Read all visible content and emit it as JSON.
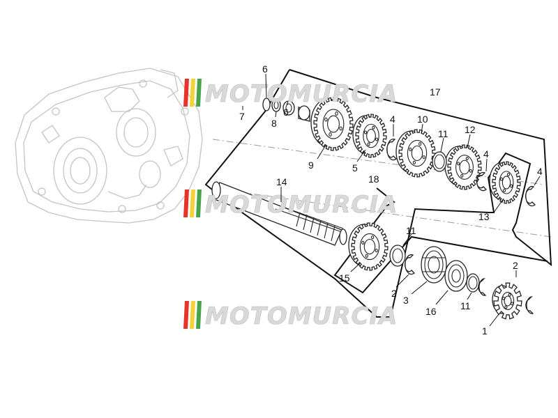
{
  "watermark": {
    "text": "MOTOMURCIA",
    "flag_colors": [
      "#e8322a",
      "#f3d23a",
      "#4aa34a"
    ]
  },
  "callouts": [
    {
      "id": "c1",
      "label": "1"
    },
    {
      "id": "c2a",
      "label": "2"
    },
    {
      "id": "c2b",
      "label": "2"
    },
    {
      "id": "c3",
      "label": "3"
    },
    {
      "id": "c4a",
      "label": "4"
    },
    {
      "id": "c4b",
      "label": "4"
    },
    {
      "id": "c4c",
      "label": "4"
    },
    {
      "id": "c5",
      "label": "5"
    },
    {
      "id": "c6a",
      "label": "6"
    },
    {
      "id": "c6b",
      "label": "6"
    },
    {
      "id": "c7",
      "label": "7"
    },
    {
      "id": "c8",
      "label": "8"
    },
    {
      "id": "c9",
      "label": "9"
    },
    {
      "id": "c10",
      "label": "10"
    },
    {
      "id": "c11a",
      "label": "11"
    },
    {
      "id": "c11b",
      "label": "11"
    },
    {
      "id": "c11c",
      "label": "11"
    },
    {
      "id": "c12",
      "label": "12"
    },
    {
      "id": "c13",
      "label": "13"
    },
    {
      "id": "c14",
      "label": "14"
    },
    {
      "id": "c15",
      "label": "15"
    },
    {
      "id": "c16",
      "label": "16"
    },
    {
      "id": "c17",
      "label": "17"
    },
    {
      "id": "c18",
      "label": "18"
    }
  ]
}
